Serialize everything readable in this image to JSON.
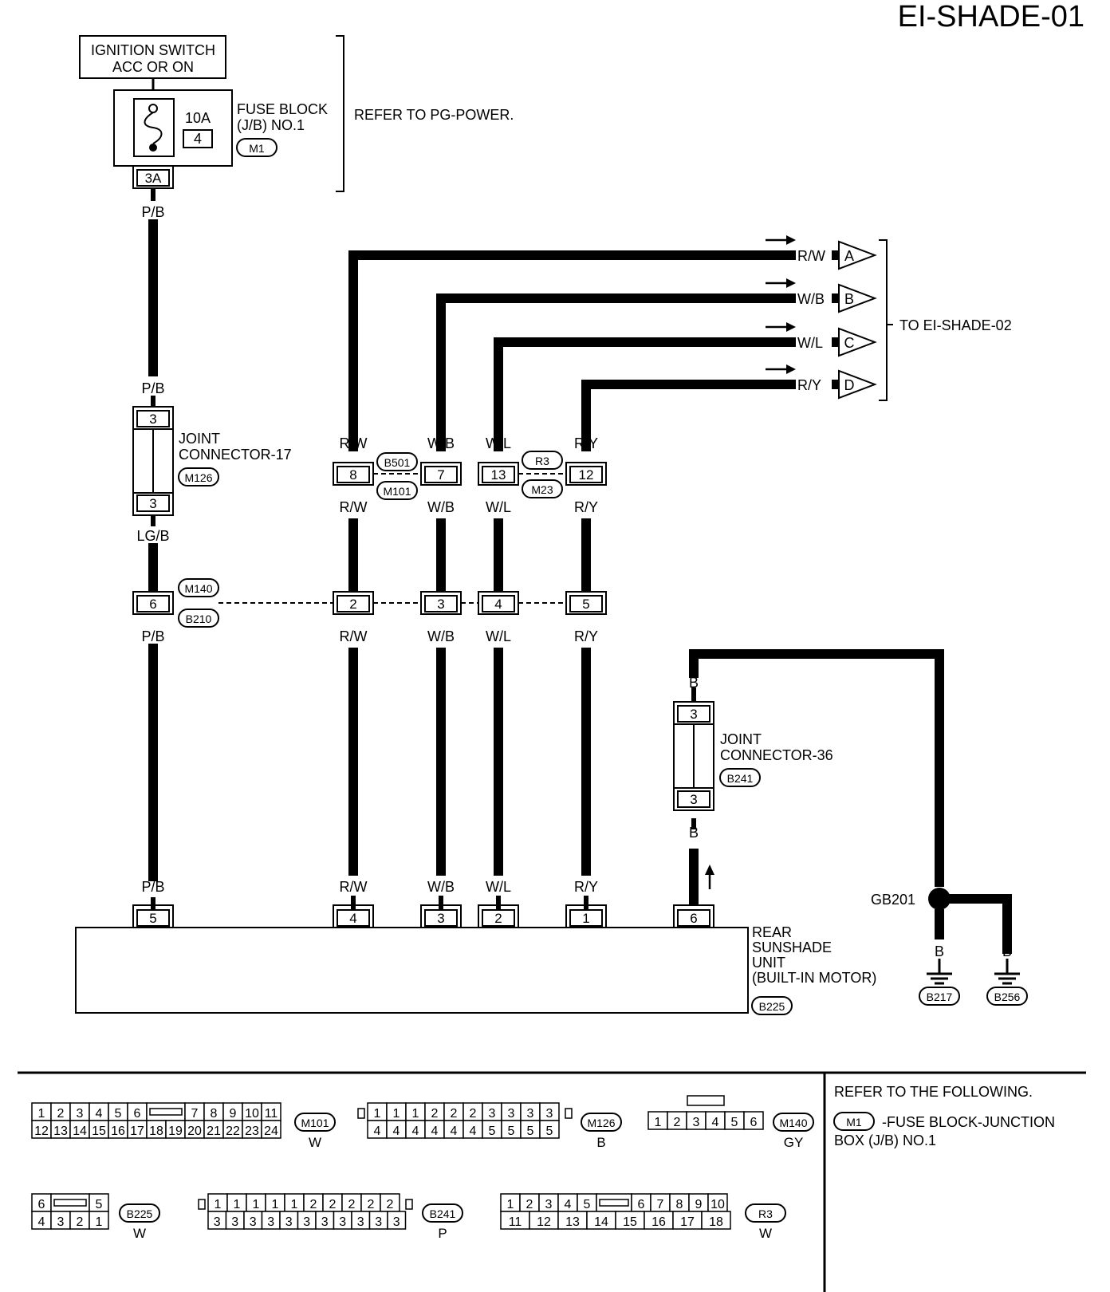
{
  "title": "EI-SHADE-01",
  "ignition_switch": {
    "line1": "IGNITION SWITCH",
    "line2": "ACC OR ON"
  },
  "fuse": {
    "amp": "10A",
    "number": "4",
    "pin": "3A",
    "label1": "FUSE BLOCK",
    "label2": "(J/B) NO.1",
    "conn": "M1"
  },
  "refer_pg": "REFER TO PG-POWER.",
  "to_next": "TO EI-SHADE-02",
  "outputs": [
    {
      "wire": "R/W",
      "letter": "A"
    },
    {
      "wire": "W/B",
      "letter": "B"
    },
    {
      "wire": "W/L",
      "letter": "C"
    },
    {
      "wire": "R/Y",
      "letter": "D"
    }
  ],
  "wires": {
    "pb": "P/B",
    "lgb": "LG/B",
    "rw": "R/W",
    "wb": "W/B",
    "wl": "W/L",
    "ry": "R/Y",
    "b": "B"
  },
  "jc17": {
    "line1": "JOINT",
    "line2": "CONNECTOR-17",
    "conn": "M126",
    "pin_top": "3",
    "pin_bottom": "3"
  },
  "jc36": {
    "line1": "JOINT",
    "line2": "CONNECTOR-36",
    "conn": "B241",
    "pin_top": "3",
    "pin_bottom": "3"
  },
  "conn_b501": {
    "top": "B501",
    "bottom": "M101",
    "pin_rw": "8",
    "pin_wb": "7"
  },
  "conn_r3": {
    "top": "R3",
    "bottom": "M23",
    "pin_wl": "13",
    "pin_ry": "12"
  },
  "conn_m140": {
    "top": "M140",
    "bottom": "B210",
    "pins": [
      "6",
      "2",
      "3",
      "4",
      "5"
    ]
  },
  "unit": {
    "line1": "REAR",
    "line2": "SUNSHADE",
    "line3": "UNIT",
    "line4": "(BUILT-IN MOTOR)",
    "conn": "B225",
    "pins": [
      "5",
      "4",
      "3",
      "2",
      "1",
      "6"
    ]
  },
  "ground": {
    "label": "GB201",
    "g1": "B217",
    "g2": "B256"
  },
  "legend": {
    "refer": "REFER TO THE FOLLOWING.",
    "m1_text1": "-FUSE BLOCK-JUNCTION",
    "m1_text2": "BOX (J/B) NO.1",
    "m1": "M1"
  },
  "connector_faces": {
    "m101": {
      "name": "M101",
      "color": "W",
      "top": [
        "1",
        "2",
        "3",
        "4",
        "5",
        "6",
        "7",
        "8",
        "9",
        "10",
        "11"
      ],
      "bottom": [
        "12",
        "13",
        "14",
        "15",
        "16",
        "17",
        "18",
        "19",
        "20",
        "21",
        "22",
        "23",
        "24"
      ]
    },
    "m126": {
      "name": "M126",
      "color": "B",
      "top": [
        "1",
        "1",
        "1",
        "2",
        "2",
        "2",
        "3",
        "3",
        "3",
        "3"
      ],
      "bottom": [
        "4",
        "4",
        "4",
        "4",
        "4",
        "4",
        "5",
        "5",
        "5",
        "5"
      ]
    },
    "m140": {
      "name": "M140",
      "color": "GY",
      "pins": [
        "1",
        "2",
        "3",
        "4",
        "5",
        "6"
      ]
    },
    "b225": {
      "name": "B225",
      "color": "W",
      "top": [
        "6",
        "5"
      ],
      "bottom": [
        "4",
        "3",
        "2",
        "1"
      ]
    },
    "b241": {
      "name": "B241",
      "color": "P",
      "top": [
        "1",
        "1",
        "1",
        "1",
        "1",
        "2",
        "2",
        "2",
        "2",
        "2"
      ],
      "bottom": [
        "3",
        "3",
        "3",
        "3",
        "3",
        "3",
        "3",
        "3",
        "3",
        "3",
        "3"
      ]
    },
    "r3": {
      "name": "R3",
      "color": "W",
      "top": [
        "1",
        "2",
        "3",
        "4",
        "5",
        "6",
        "7",
        "8",
        "9",
        "10"
      ],
      "bottom": [
        "11",
        "12",
        "13",
        "14",
        "15",
        "16",
        "17",
        "18"
      ]
    }
  }
}
